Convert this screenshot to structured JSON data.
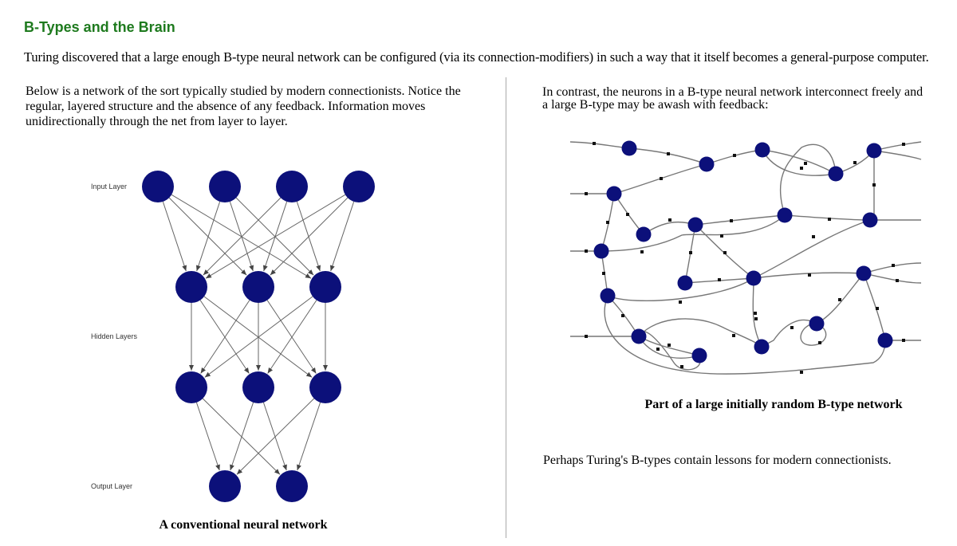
{
  "section": {
    "heading": "B-Types and the Brain",
    "intro": "Turing discovered that a large enough B-type neural network can be configured (via its connection-modifiers) in such a way that it itself becomes a general-purpose computer."
  },
  "left": {
    "text": "Below is a network of the sort typically studied by modern connectionists. Notice the regular, layered structure and the absence of any feedback. Information moves unidirectionally through the net from layer to layer.",
    "caption": "A conventional neural network",
    "diagram": {
      "layer_labels": {
        "input": "Input Layer",
        "hidden": "Hidden Layers",
        "output": "Output Layer"
      },
      "layers": [
        {
          "name": "input",
          "count": 4
        },
        {
          "name": "hidden",
          "count": 3
        },
        {
          "name": "hidden",
          "count": 3
        },
        {
          "name": "output",
          "count": 2
        }
      ]
    }
  },
  "right": {
    "text": "In contrast, the neurons in a B-type neural network interconnect freely and a large B-type may be awash with feedback:",
    "caption": "Part of a large initially random B-type network",
    "closing": "Perhaps Turing's B-types contain lessons for modern connectionists."
  },
  "colors": {
    "heading": "#1e7a1e",
    "node": "#0c107a",
    "edge": "#777777",
    "modifier": "#111111"
  }
}
